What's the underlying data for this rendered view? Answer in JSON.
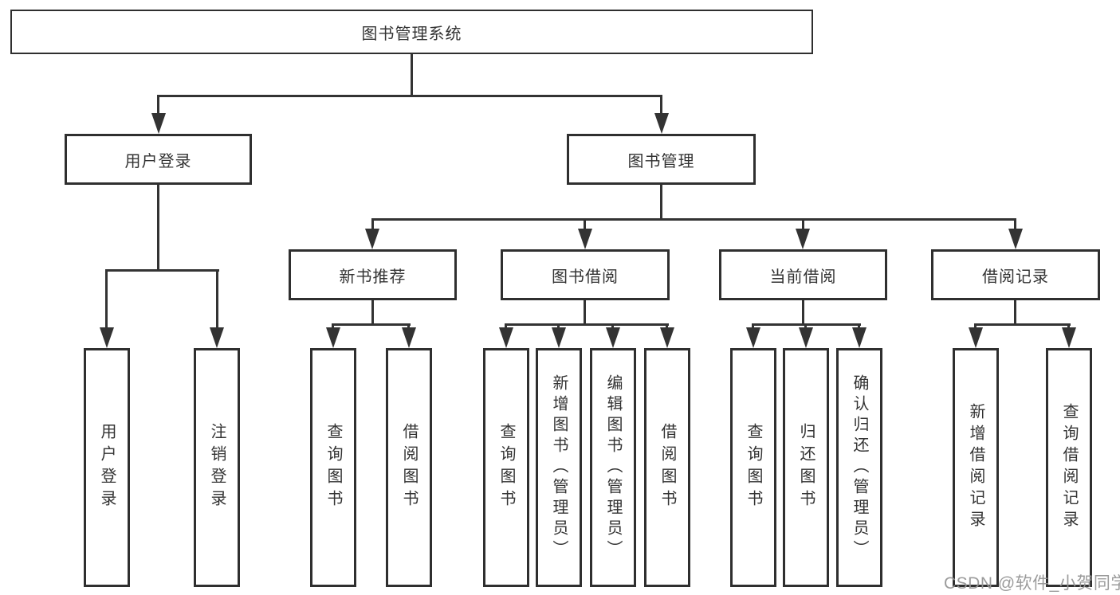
{
  "diagram": {
    "title": "图书管理系统",
    "root": {
      "label": "图书管理系统"
    },
    "level2": [
      {
        "id": "user-login",
        "label": "用户登录"
      },
      {
        "id": "book-management",
        "label": "图书管理"
      }
    ],
    "level3": [
      {
        "id": "new-book-recommend",
        "label": "新书推荐"
      },
      {
        "id": "book-borrow",
        "label": "图书借阅"
      },
      {
        "id": "current-borrow",
        "label": "当前借阅"
      },
      {
        "id": "borrow-record",
        "label": "借阅记录"
      }
    ],
    "leaves": {
      "user_login": [
        "用户登录",
        "注销登录"
      ],
      "new_books": [
        "查询图书",
        "借阅图书"
      ],
      "book_borrow": [
        "查询图书",
        "新增图书（管理员）",
        "编辑图书（管理员）",
        "借阅图书"
      ],
      "current_borrow": [
        "查询图书",
        "归还图书",
        "确认归还（管理员）"
      ],
      "borrow_records": [
        "新增借阅记录",
        "查询借阅记录"
      ]
    },
    "watermark": "CSDN @软件_小贺同学",
    "colors": {
      "line": "#333333",
      "text": "#333333",
      "background": "#ffffff",
      "watermark": "#969696"
    }
  }
}
